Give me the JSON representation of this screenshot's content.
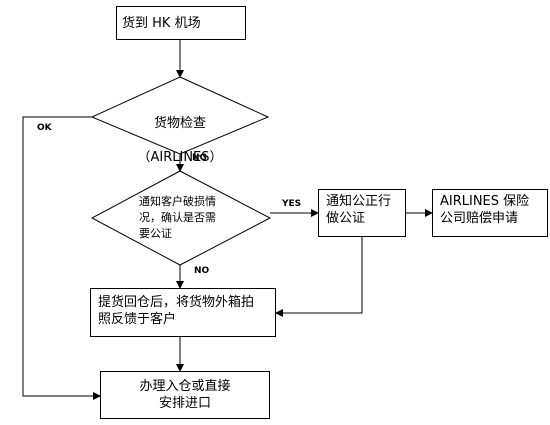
{
  "nodes": {
    "arrival": {
      "text": "货到 HK 机场"
    },
    "inspection": {
      "line1": "货物检查",
      "line2": "（AIRLINES）"
    },
    "notify_customer": {
      "line1": "通知客户破损情",
      "line2": "况，确认是否需",
      "line3": "要公证"
    },
    "notify_notary": {
      "line1": "通知公正行",
      "line2": "做公证"
    },
    "airline_claim": {
      "line1": "AIRLINES 保险",
      "line2": "公司赔偿申请"
    },
    "pickup_photo": {
      "line1": "提货回仓后，将货物外箱拍",
      "line2": "照反馈于客户"
    },
    "warehouse": {
      "line1": "办理入仓或直接",
      "line2": "安排进口"
    }
  },
  "edge_labels": {
    "ok": "OK",
    "ng": "NG",
    "yes": "YES",
    "no": "NO"
  }
}
